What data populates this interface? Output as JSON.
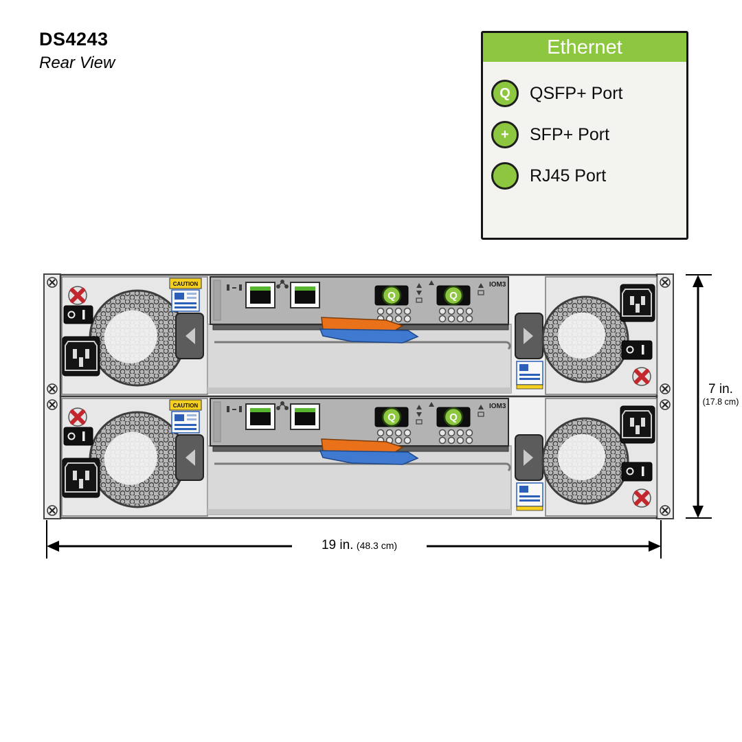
{
  "title": {
    "model": "DS4243",
    "view": "Rear View"
  },
  "legend": {
    "header": "Ethernet",
    "items": [
      {
        "symbol": "Q",
        "label": "QSFP+ Port"
      },
      {
        "symbol": "+",
        "label": "SFP+ Port"
      },
      {
        "symbol": "",
        "label": "RJ45 Port"
      }
    ]
  },
  "enclosure": {
    "iom_label": "IOM3",
    "qsfp_symbol": "Q",
    "caution_text": "CAUTION"
  },
  "dimensions": {
    "height": {
      "primary": "7 in.",
      "secondary": "(17.8 cm)"
    },
    "width": {
      "primary": "19 in.",
      "secondary": "(48.3 cm)"
    }
  },
  "colors": {
    "accent_green": "#8dc63f",
    "lever_orange": "#e8711a",
    "lever_blue": "#3f7ad0",
    "caution_yellow": "#f6d020"
  }
}
